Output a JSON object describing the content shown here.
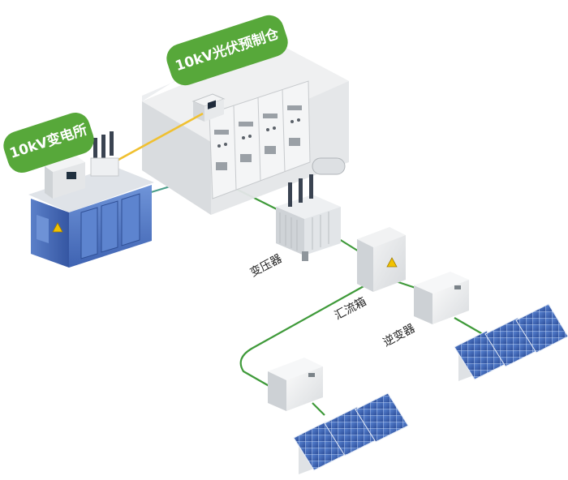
{
  "callouts": {
    "substation": "10kV变电所",
    "prefab_cabin": "10kV光伏预制仓"
  },
  "labels": {
    "transformer": "变压器",
    "combiner_box": "汇流箱",
    "inverter": "逆变器"
  },
  "colors": {
    "callout_green": "#57a83a",
    "cable_green": "#3f9a3a",
    "fiber_yellow": "#f0c030",
    "substation_blue": "#4a72c4",
    "cabin_gray": "#e6e8ea",
    "panel_blue": "#3d66b3",
    "warning_yellow": "#f2c200"
  },
  "icons": {
    "warning": "warning-triangle-icon"
  }
}
